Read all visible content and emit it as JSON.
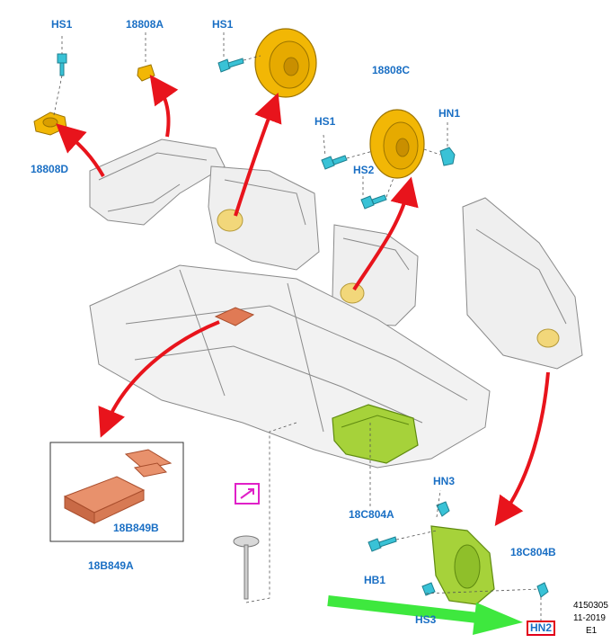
{
  "callouts": {
    "hs1_a": "HS1",
    "c18808a": "18808A",
    "hs1_b": "HS1",
    "c18808d": "18808D",
    "c18808c": "18808C",
    "hs1_c": "HS1",
    "hn1": "HN1",
    "hs2": "HS2",
    "c18b849b": "18B849B",
    "c18b849a": "18B849A",
    "c18c804a": "18C804A",
    "hn3": "HN3",
    "c18c804b": "18C804B",
    "hb1": "HB1",
    "hs3": "HS3",
    "hn2": "HN2"
  },
  "meta": {
    "ref_number": "4150305",
    "date": "11-2019",
    "revision": "E1"
  },
  "colors": {
    "label_blue": "#1a6fc4",
    "arrow_red": "#e8141c",
    "highlight_arrow_green": "#3ee83e",
    "speaker_yellow": "#f2b705",
    "subwoofer_green": "#a6d23a",
    "amplifier_copper": "#e07a55",
    "fastener_cyan": "#39c2d6",
    "callout_box_red": "#e2001a",
    "magenta_icon_box": "#e020c8"
  }
}
